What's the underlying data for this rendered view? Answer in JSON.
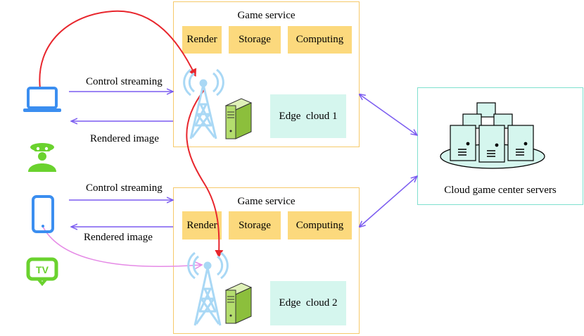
{
  "edge1": {
    "service_title": "Game service",
    "modules": [
      "Render",
      "Storage",
      "Computing"
    ],
    "label": "Edge  cloud 1"
  },
  "edge2": {
    "service_title": "Game service",
    "modules": [
      "Render",
      "Storage",
      "Computing"
    ],
    "label": "Edge  cloud 2"
  },
  "links": {
    "control_top": "Control streaming",
    "rendered_top": "Rendered image",
    "control_bottom": "Control streaming",
    "rendered_bottom": "Rendered image"
  },
  "cloud": {
    "label": "Cloud game center servers"
  },
  "devices": [
    "laptop-icon",
    "vr-headset-icon",
    "smartphone-icon",
    "tv-icon"
  ],
  "colors": {
    "device_laptop": "#3b8ef0",
    "device_headset": "#6ad22e",
    "device_phone": "#3b8ef0",
    "device_tv": "#6ad22e",
    "arrow_blue": "#7b5cf0",
    "handover_red": "#e8262d",
    "mobility_pink": "#e58ae6",
    "module_fill": "#fcd97d",
    "edge_fill": "#d5f6ee",
    "box_border": "#f6c96a",
    "cloud_border": "#7fe0cf",
    "tower": "#a9d8f5",
    "server_green": "#b4dd6e"
  }
}
